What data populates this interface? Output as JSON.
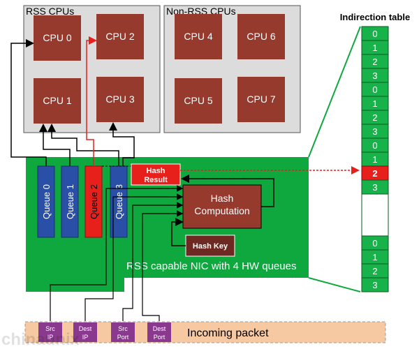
{
  "groups": {
    "rss": "RSS CPUs",
    "non_rss": "Non-RSS CPUs"
  },
  "cpus": [
    "CPU 0",
    "CPU 1",
    "CPU 2",
    "CPU 3",
    "CPU 4",
    "CPU 5",
    "CPU 6",
    "CPU 7"
  ],
  "queues": [
    "Queue 0",
    "Queue 1",
    "Queue 2",
    "Queue 3"
  ],
  "nic": {
    "label": "RSS capable NIC with 4 HW queues",
    "hash_result": [
      "Hash",
      "Result"
    ],
    "hash_computation": [
      "Hash",
      "Computation"
    ],
    "hash_key": "Hash Key"
  },
  "indirection_table": {
    "title": "Indirection table",
    "upper_values": [
      "0",
      "1",
      "2",
      "3",
      "0",
      "1",
      "2",
      "3",
      "0",
      "1",
      "2",
      "3"
    ],
    "highlighted_value": "2",
    "lower_values": [
      "0",
      "1",
      "2",
      "3"
    ]
  },
  "packet": {
    "fields": [
      [
        "Src",
        "IP"
      ],
      [
        "Dest",
        "IP"
      ],
      [
        "Src",
        "Port"
      ],
      [
        "Dest",
        "Port"
      ]
    ],
    "label": "Incoming packet"
  },
  "watermark": "chinaunix",
  "colors": {
    "cpu_fill": "#963a2e",
    "nic_green": "#0fa83e",
    "queue_blue": "#2a4fa6",
    "highlight_red": "#e8201c",
    "table_green": "#17b34a",
    "packet_orange": "#f7c9a2",
    "packet_field": "#8a3a8e",
    "panel_gray": "#dcdcdc"
  }
}
